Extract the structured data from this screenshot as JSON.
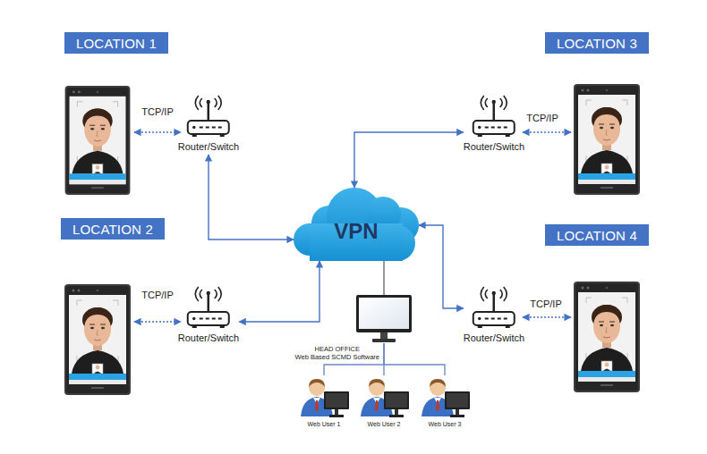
{
  "diagram": {
    "nodes": [
      {
        "text": [
          "LOCATION 1"
        ]
      },
      {
        "text": [
          "LOCATION 3"
        ]
      },
      {
        "text": [
          "Router/Switch"
        ]
      },
      {
        "text": [
          "Router/Switch"
        ]
      },
      {
        "text": [
          "LOCATION 2"
        ]
      },
      {
        "text": [
          "VPN"
        ]
      },
      {
        "text": [
          "LOCATION 4"
        ]
      },
      {
        "text": [
          "Router/Switch"
        ]
      },
      {
        "text": [
          "HEAD OFFICE",
          "Web Based SCMD Software"
        ]
      },
      {
        "text": [
          "Router/Switch"
        ]
      },
      {
        "text": [
          "Web User 1"
        ]
      },
      {
        "text": [
          "Web User 2"
        ]
      },
      {
        "text": [
          "Web User 3"
        ]
      }
    ],
    "edges": [
      {
        "from": 2,
        "to": 5,
        "arrow": "both"
      },
      {
        "from": 3,
        "to": 5,
        "arrow": "both"
      },
      {
        "from": 7,
        "to": 5,
        "arrow": "both"
      },
      {
        "from": 5,
        "to": 9,
        "arrow": "both"
      },
      {
        "from": 5,
        "to": 8,
        "arrow": "none"
      },
      {
        "from": 8,
        "to": 10,
        "arrow": "none"
      },
      {
        "from": 8,
        "to": 11,
        "arrow": "none"
      },
      {
        "from": 8,
        "to": 12,
        "arrow": "none"
      }
    ],
    "labels": [
      "TCP/IP",
      "TCP/IP",
      "TCP/IP",
      "TCP/IP"
    ]
  }
}
